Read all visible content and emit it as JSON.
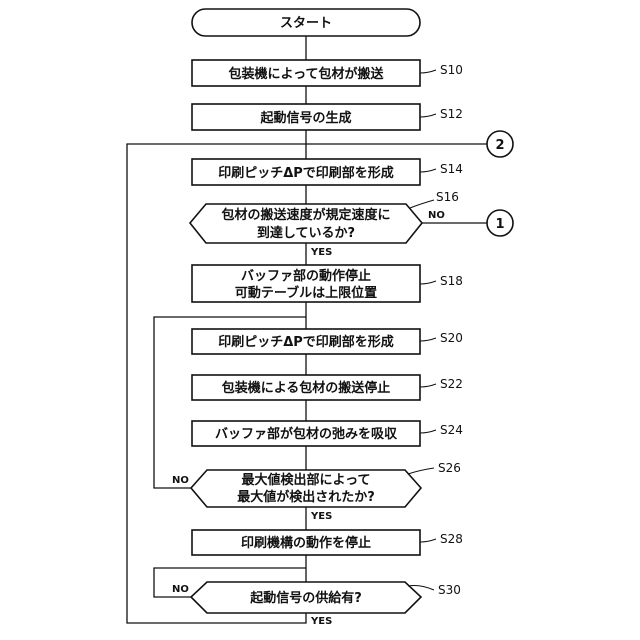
{
  "flowchart": {
    "start": "スタート",
    "steps": {
      "s10": {
        "label": "包装機によって包材が搬送",
        "id": "S10"
      },
      "s12": {
        "label": "起動信号の生成",
        "id": "S12"
      },
      "s14": {
        "label": "印刷ピッチΔPで印刷部を形成",
        "id": "S14"
      },
      "s16": {
        "line1": "包材の搬送速度が規定速度に",
        "line2": "到達しているか?",
        "id": "S16"
      },
      "s18": {
        "line1": "バッファ部の動作停止",
        "line2": "可動テーブルは上限位置",
        "id": "S18"
      },
      "s20": {
        "label": "印刷ピッチΔPで印刷部を形成",
        "id": "S20"
      },
      "s22": {
        "label": "包装機による包材の搬送停止",
        "id": "S22"
      },
      "s24": {
        "label": "バッファ部が包材の弛みを吸収",
        "id": "S24"
      },
      "s26": {
        "line1": "最大値検出部によって",
        "line2": "最大値が検出されたか?",
        "id": "S26"
      },
      "s28": {
        "label": "印刷機構の動作を停止",
        "id": "S28"
      },
      "s30": {
        "label": "起動信号の供給有?",
        "id": "S30"
      }
    },
    "connectors": {
      "c1": "1",
      "c2": "2"
    },
    "branches": {
      "s16_no": "NO",
      "s16_yes": "YES",
      "s26_no": "NO",
      "s26_yes": "YES",
      "s30_no": "NO",
      "s30_yes": "YES"
    }
  }
}
